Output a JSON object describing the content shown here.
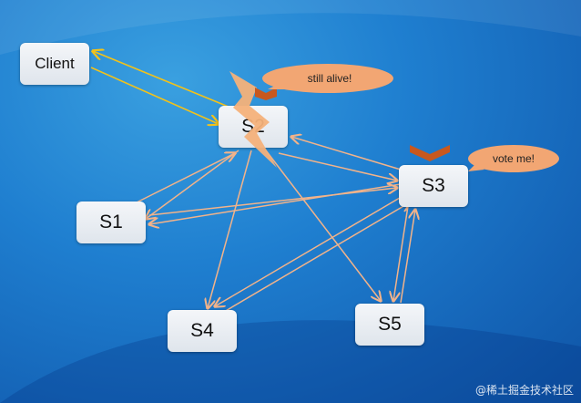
{
  "nodes": {
    "client": "Client",
    "s2": "S2",
    "s1": "S1",
    "s3": "S3",
    "s4": "S4",
    "s5": "S5"
  },
  "bubbles": {
    "leader": "still alive!",
    "candidate": "vote me!"
  },
  "colors": {
    "client_link": "#f2c21a",
    "vote_link": "#f2b38a",
    "bubble_fill": "#f2a673",
    "crown": "#c8581e",
    "lightning": "#f4b17a"
  },
  "watermark": "@稀土掘金技术社区"
}
